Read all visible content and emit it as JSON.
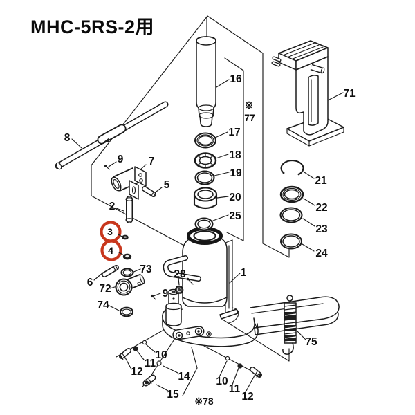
{
  "title": "MHC-5RS-2用",
  "colors": {
    "ink": "#1b1b1b",
    "highlight_red": "#c8371d",
    "paper": "#ffffff"
  },
  "notes": {
    "seal_kit_mark": "※",
    "seal_kit_number": "77",
    "valve_kit_note": "※78"
  },
  "highlighted_parts": [
    "3",
    "4"
  ],
  "labels": {
    "l1": "1",
    "l2": "2",
    "l3": "3",
    "l4": "4",
    "l5": "5",
    "l6": "6",
    "l7": "7",
    "l8": "8",
    "l9a": "9",
    "l9b": "9",
    "l10a": "10",
    "l10b": "10",
    "l11a": "11",
    "l11b": "11",
    "l12a": "12",
    "l12b": "12",
    "l14": "14",
    "l15": "15",
    "l16": "16",
    "l17": "17",
    "l18": "18",
    "l19": "19",
    "l20": "20",
    "l21": "21",
    "l22": "22",
    "l23": "23",
    "l24": "24",
    "l25": "25",
    "l28": "28",
    "l71": "71",
    "l72": "72",
    "l73": "73",
    "l74": "74",
    "l75": "75"
  }
}
